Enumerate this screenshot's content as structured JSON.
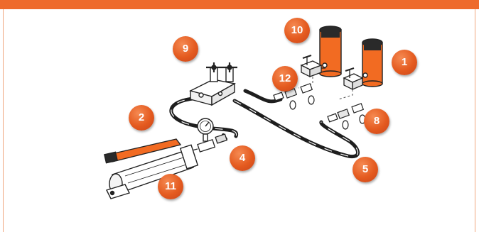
{
  "callouts": {
    "c1": "1",
    "c2": "2",
    "c4": "4",
    "c5": "5",
    "c8": "8",
    "c9": "9",
    "c10": "10",
    "c11": "11",
    "c12": "12"
  },
  "colors": {
    "accent": "#ee6a2b",
    "cylinder": "#f26b22",
    "hose": "#1e1e1e"
  }
}
